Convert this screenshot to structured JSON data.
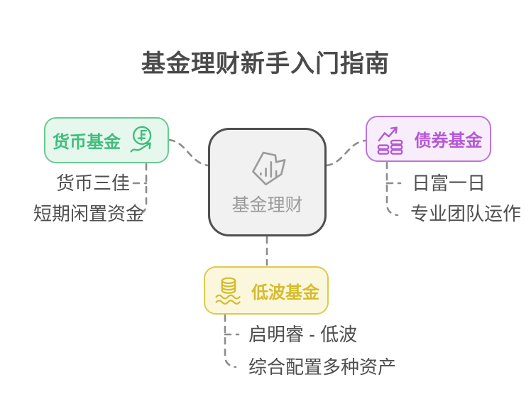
{
  "title": "基金理财新手入门指南",
  "center": {
    "label": "基金理财",
    "icon": "fund-gem-chart-icon"
  },
  "branches": {
    "money": {
      "label": "货币基金",
      "icon": "franc-coin-trend-arrow-icon",
      "accent_color": "#41bd7b",
      "border_color": "#69ca90",
      "background_color": "#e6f8ee",
      "children": [
        "货币三佳",
        "短期闲置资金"
      ]
    },
    "bond": {
      "label": "债券基金",
      "icon": "coin-stacks-growth-arrow-icon",
      "accent_color": "#b558d6",
      "border_color": "#bc74da",
      "background_color": "#f8eefb",
      "children": [
        "日富一日",
        "专业团队运作"
      ]
    },
    "low_volatility": {
      "label": "低波基金",
      "icon": "coin-stack-waves-icon",
      "accent_color": "#d5bc2e",
      "border_color": "#e0c94a",
      "background_color": "#fbf7dd",
      "children": [
        "启明睿 - 低波",
        "综合配置多种资产"
      ]
    }
  },
  "style": {
    "title_color": "#4a4a4a",
    "subitem_text_color": "#4f4f4f",
    "connector_color": "#8c8c8c",
    "center_background": "#f1f1f1",
    "center_border_color": "#4f4f4f",
    "center_text_color": "#9b9b9b"
  }
}
